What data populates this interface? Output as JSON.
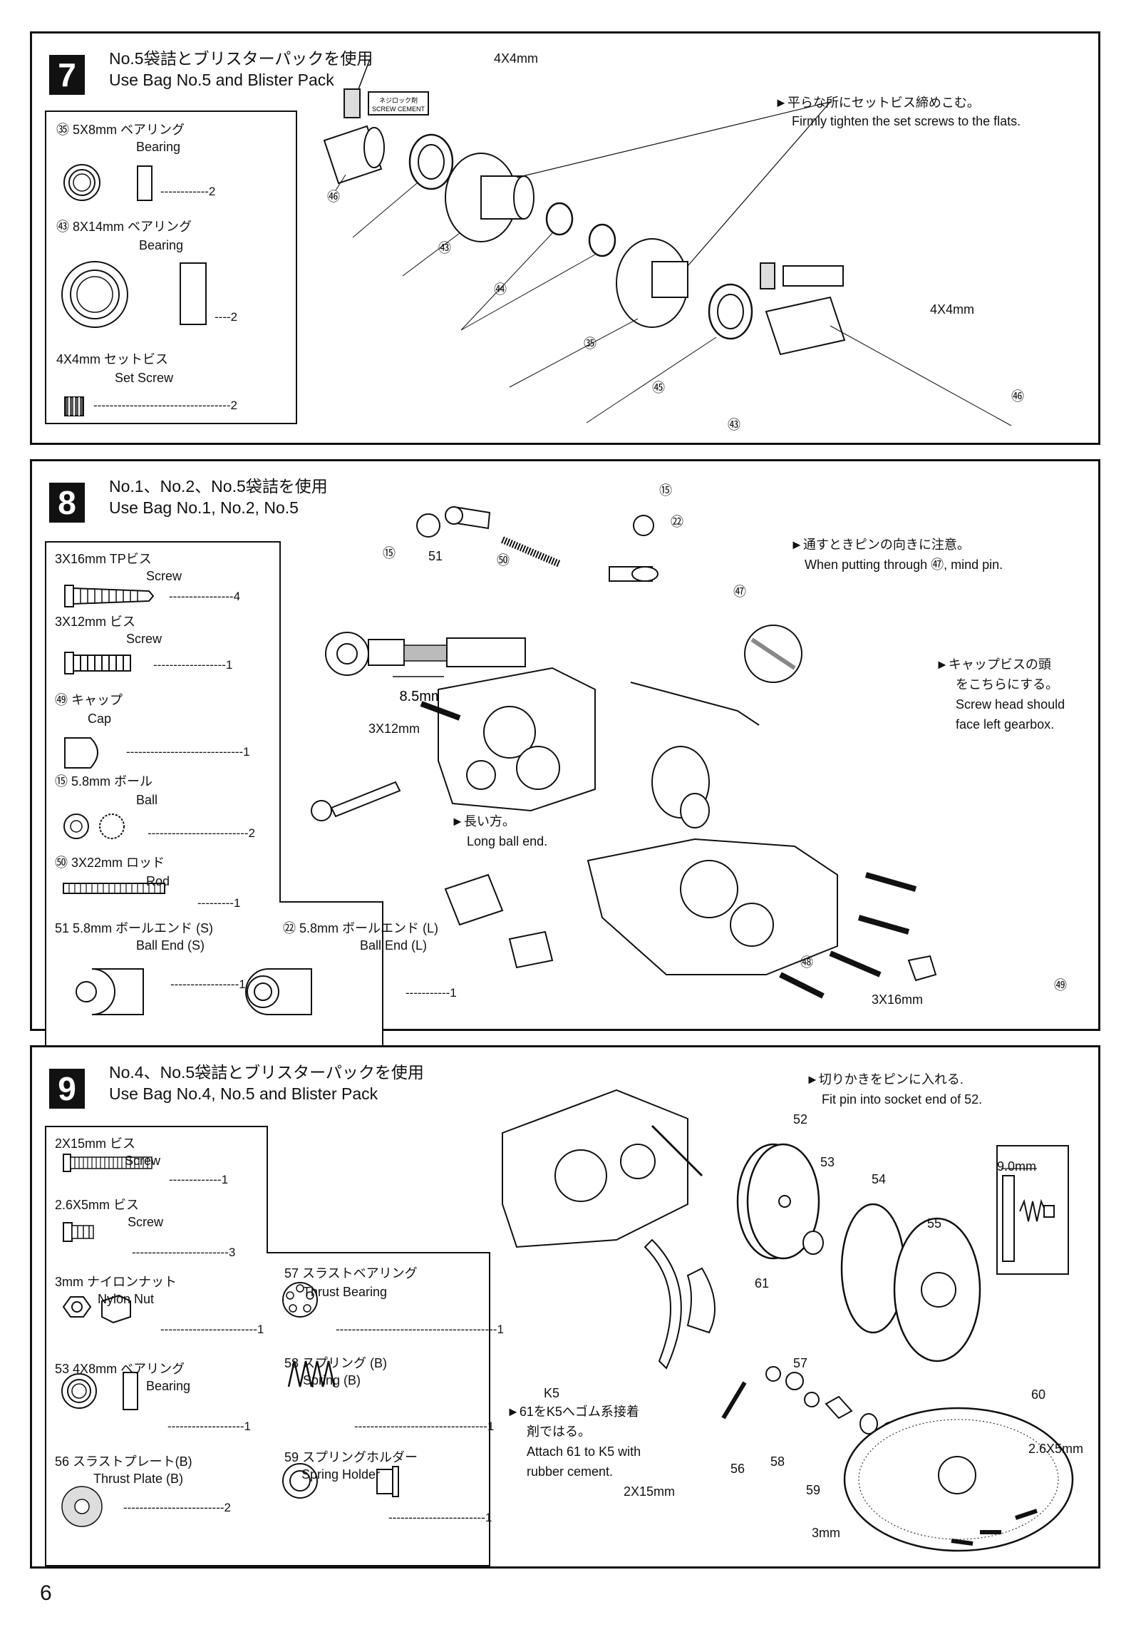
{
  "page_number": "6",
  "step7": {
    "number": "7",
    "title_jp": "No.5袋詰とブリスターパックを使用",
    "title_en": "Use Bag No.5 and Blister Pack",
    "parts": [
      {
        "no": "㉟",
        "name_jp": "5X8mm ベアリング",
        "name_en": "Bearing",
        "qty": "------------2"
      },
      {
        "no": "㊸",
        "name_jp": "8X14mm ベアリング",
        "name_en": "Bearing",
        "qty": "----2"
      },
      {
        "no": "",
        "name_jp": "4X4mm セットビス",
        "name_en": "Set Screw",
        "qty": "----------------------------------2"
      }
    ],
    "note_jp": "►平らな所にセットビス締めこむ。",
    "note_en": "Firmly tighten the set screws to the flats.",
    "size1": "4X4mm",
    "size2": "4X4mm",
    "cement_jp": "ネジロック剤",
    "cement_en": "SCREW CEMENT",
    "labels": {
      "l46a": "㊻",
      "l43a": "㊸",
      "l44": "㊹",
      "l35": "㉟",
      "l45": "㊺",
      "l43b": "㊸",
      "l46b": "㊻"
    }
  },
  "step8": {
    "number": "8",
    "title_jp": "No.1、No.2、No.5袋詰を使用",
    "title_en": "Use Bag No.1, No.2, No.5",
    "parts": [
      {
        "no": "",
        "name_jp": "3X16mm TPビス",
        "name_en": "Screw",
        "qty": "----------------4"
      },
      {
        "no": "",
        "name_jp": "3X12mm ビス",
        "name_en": "Screw",
        "qty": "------------------1"
      },
      {
        "no": "㊾",
        "name_jp": "キャップ",
        "name_en": "Cap",
        "qty": "-----------------------------1"
      },
      {
        "no": "⑮",
        "name_jp": "5.8mm ボール",
        "name_en": "Ball",
        "qty": "-------------------------2"
      },
      {
        "no": "㊿",
        "name_jp": "3X22mm ロッド",
        "name_en": "Rod",
        "qty": "---------1"
      },
      {
        "no": "51",
        "name_jp": "5.8mm ボールエンド (S)",
        "name_en": "Ball End (S)",
        "qty": "-----------------1"
      },
      {
        "no": "㉒",
        "name_jp": "5.8mm ボールエンド (L)",
        "name_en": "Ball End (L)",
        "qty": "-----------1"
      }
    ],
    "note1_jp": "►通すときピンの向きに注意。",
    "note1_en": "When putting through ㊼, mind pin.",
    "note2_jp": "►キャップビスの頭",
    "note2_jp2": "をこちらにする。",
    "note2_en1": "Screw head should",
    "note2_en2": "face left gearbox.",
    "note3_jp": "►長い方。",
    "note3_en": "Long ball end.",
    "dim": "8.5mm",
    "size_a": "3X12mm",
    "size_b": "3X16mm",
    "labels": {
      "l15a": "⑮",
      "l51": "51",
      "l50": "㊿",
      "l15b": "⑮",
      "l22": "㉒",
      "l47": "㊼",
      "l48": "㊽",
      "l49": "㊾"
    }
  },
  "step9": {
    "number": "9",
    "title_jp": "No.4、No.5袋詰とブリスターパックを使用",
    "title_en": "Use Bag No.4, No.5 and Blister Pack",
    "parts": [
      {
        "no": "",
        "name_jp": "2X15mm ビス",
        "name_en": "Screw",
        "qty": "-------------1"
      },
      {
        "no": "",
        "name_jp": "2.6X5mm ビス",
        "name_en": "Screw",
        "qty": "------------------------3"
      },
      {
        "no": "",
        "name_jp": "3mm ナイロンナット",
        "name_en": "Nylon Nut",
        "qty": "------------------------1"
      },
      {
        "no": "53",
        "name_jp": "4X8mm ベアリング",
        "name_en": "Bearing",
        "qty": "-------------------1"
      },
      {
        "no": "56",
        "name_jp": "スラストプレート(B)",
        "name_en": "Thrust Plate (B)",
        "qty": "-------------------------2"
      },
      {
        "no": "57",
        "name_jp": "スラストベアリング",
        "name_en": "Thrust Bearing",
        "qty": "----------------------------------------1"
      },
      {
        "no": "58",
        "name_jp": "スプリング (B)",
        "name_en": "Spring (B)",
        "qty": "---------------------------------1"
      },
      {
        "no": "59",
        "name_jp": "スプリングホルダー",
        "name_en": "Spring Holder",
        "qty": "------------------------1"
      }
    ],
    "note1_jp": "►切りかきをピンに入れる.",
    "note1_en": "Fit pin into socket end of 52.",
    "note2_jp": "►61をK5へゴム系接着",
    "note2_jp2": "剤ではる。",
    "note2_en1": "Attach 61 to K5 with",
    "note2_en2": "rubber cement.",
    "k5": "K5",
    "dim": "9.0mm",
    "size_a": "2X15mm",
    "size_b": "3mm",
    "size_c": "2.6X5mm",
    "labels": {
      "l52": "52",
      "l53": "53",
      "l54": "54",
      "l55": "55",
      "l61": "61",
      "l57": "57",
      "l56": "56",
      "l58": "58",
      "l59": "59",
      "l60": "60"
    }
  }
}
